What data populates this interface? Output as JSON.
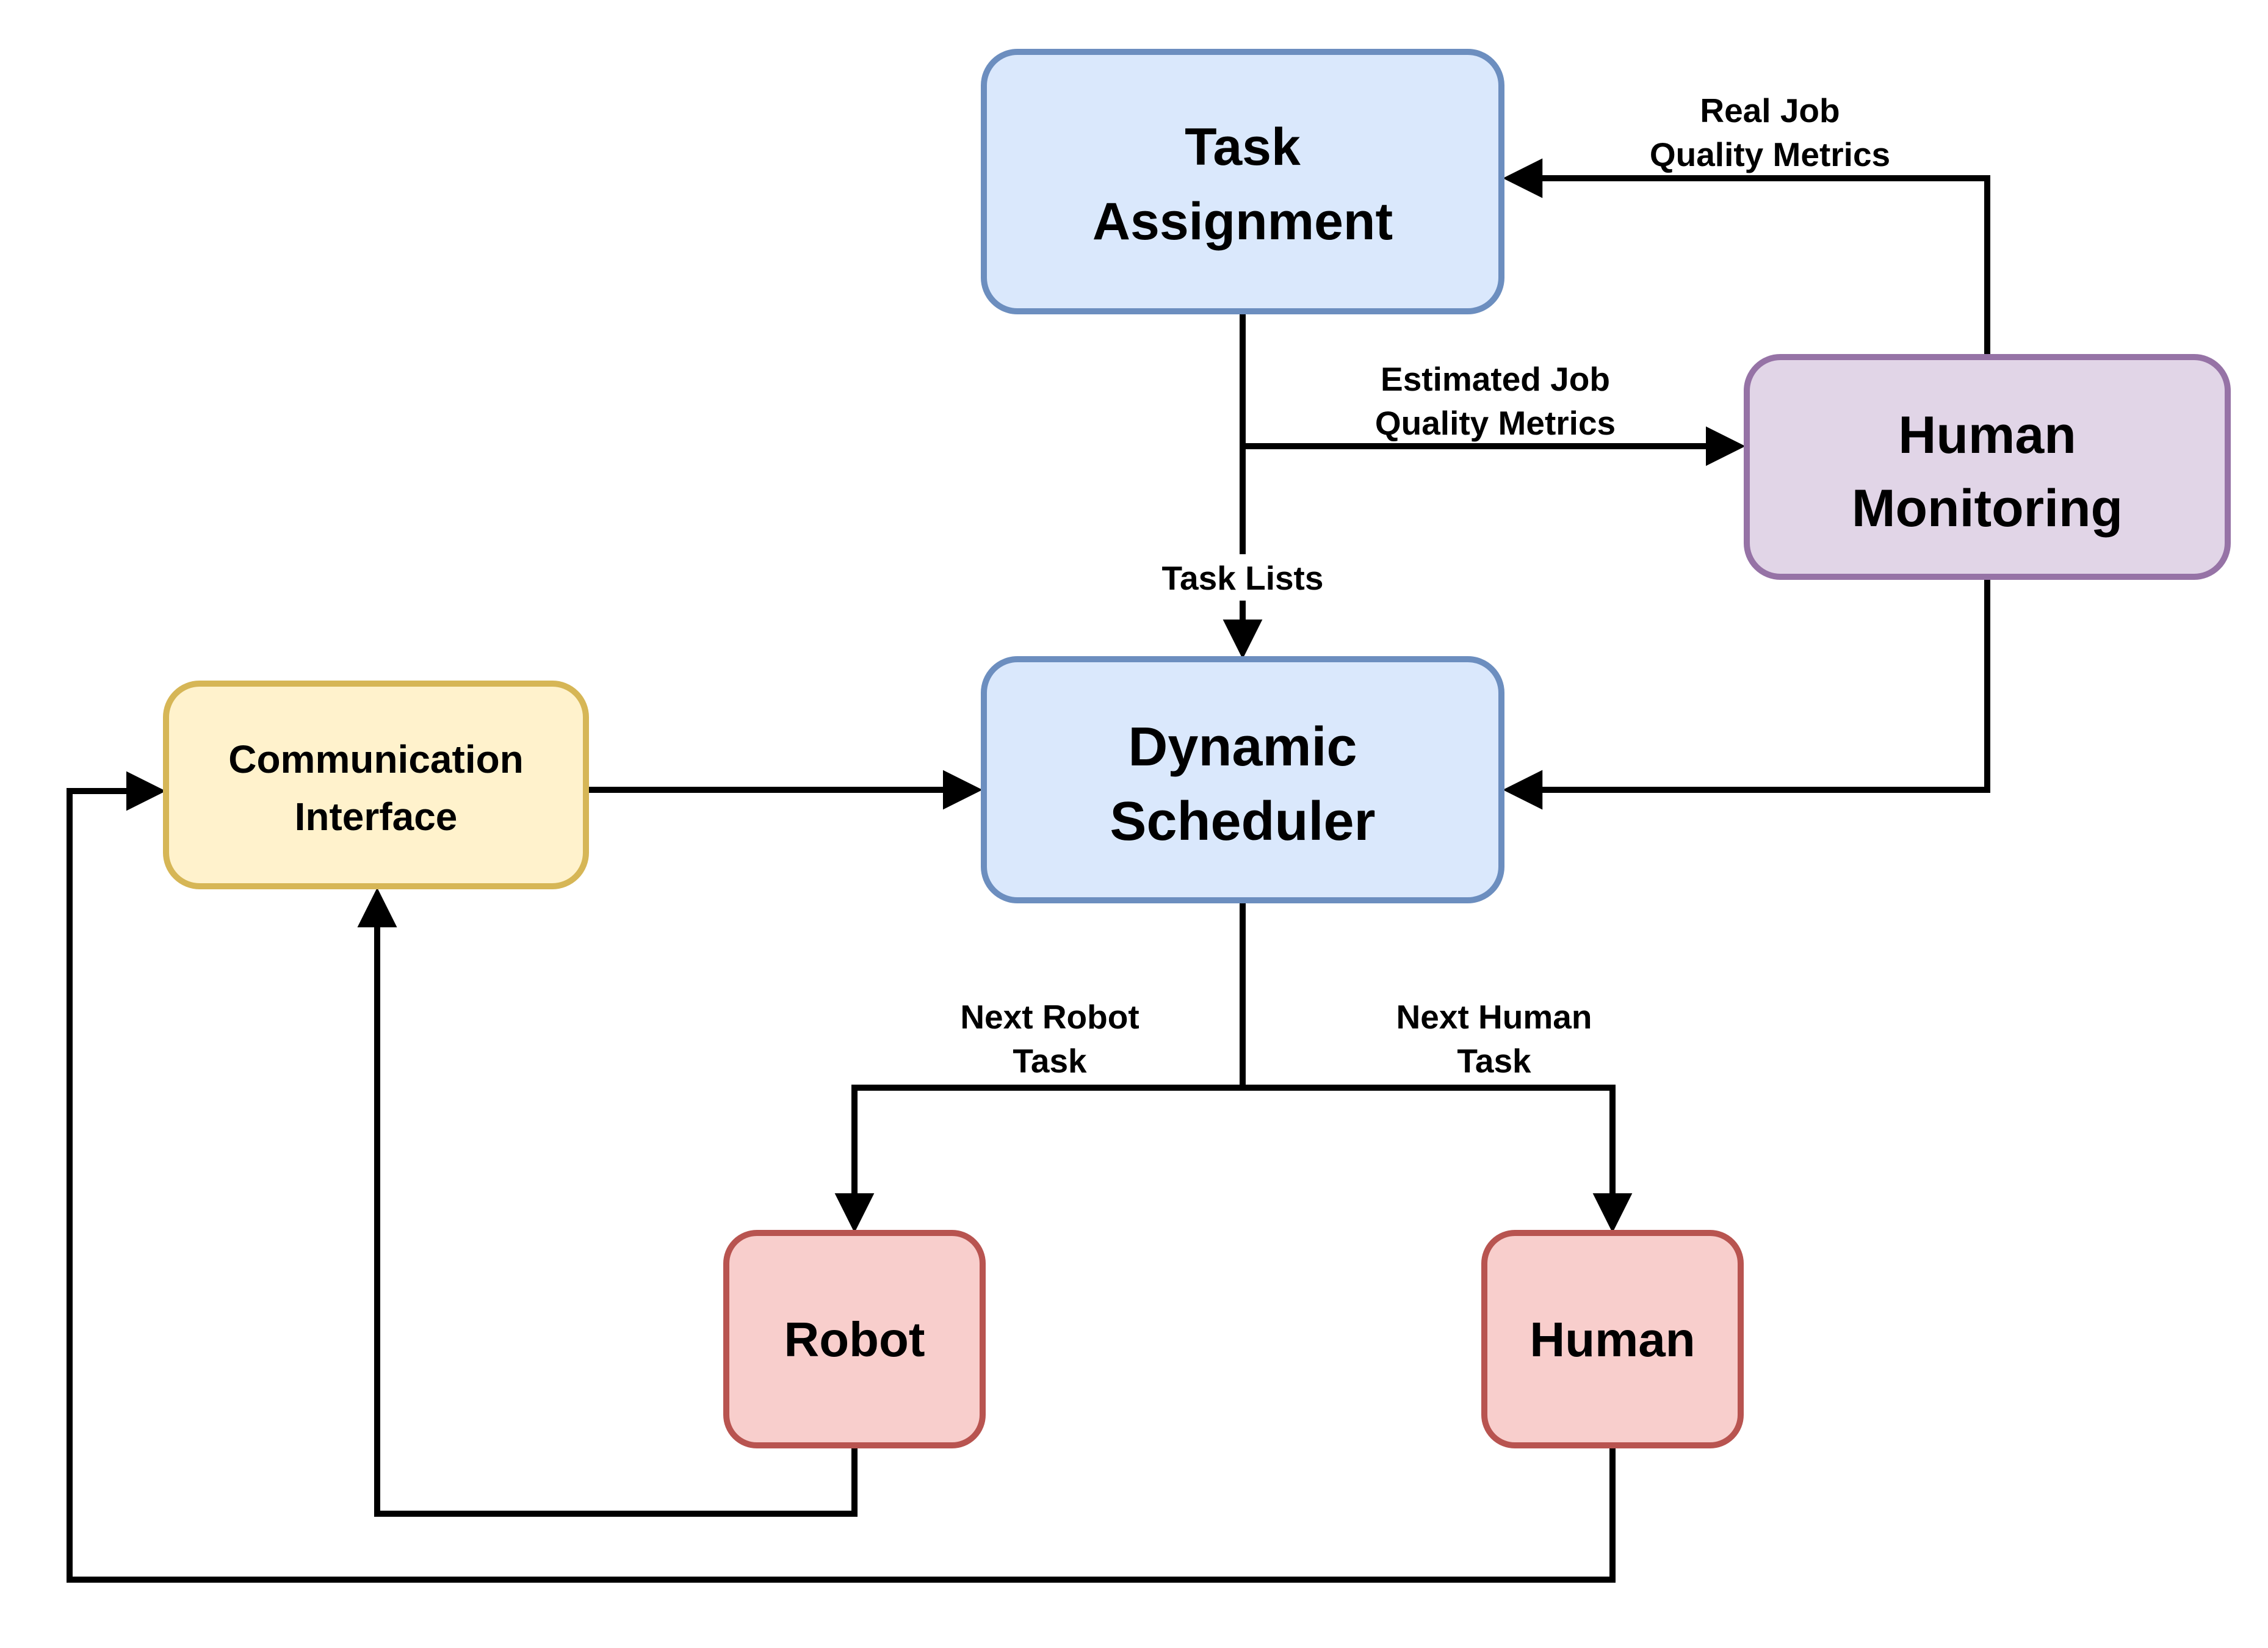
{
  "diagram": {
    "background": "#ffffff",
    "line_color": "#000000",
    "nodes": {
      "task_assignment": {
        "line1": "Task",
        "line2": "Assignment",
        "fill": "#dae8fc",
        "stroke": "#6c8ebf"
      },
      "human_monitoring": {
        "line1": "Human",
        "line2": "Monitoring",
        "fill": "#e1d5e7",
        "stroke": "#9673a6"
      },
      "dynamic_scheduler": {
        "line1": "Dynamic",
        "line2": "Scheduler",
        "fill": "#dae8fc",
        "stroke": "#6c8ebf"
      },
      "communication_interface": {
        "line1": "Communication",
        "line2": "Interface",
        "fill": "#fff2cc",
        "stroke": "#d6b656"
      },
      "robot": {
        "label": "Robot",
        "fill": "#f8cecc",
        "stroke": "#b85450"
      },
      "human": {
        "label": "Human",
        "fill": "#f8cecc",
        "stroke": "#b85450"
      }
    },
    "edge_labels": {
      "real_job": {
        "line1": "Real Job",
        "line2": "Quality Metrics"
      },
      "estimated_job": {
        "line1": "Estimated Job",
        "line2": "Quality Metrics"
      },
      "task_lists": {
        "label": "Task Lists"
      },
      "next_robot": {
        "line1": "Next Robot",
        "line2": "Task"
      },
      "next_human": {
        "line1": "Next Human",
        "line2": "Task"
      }
    }
  }
}
